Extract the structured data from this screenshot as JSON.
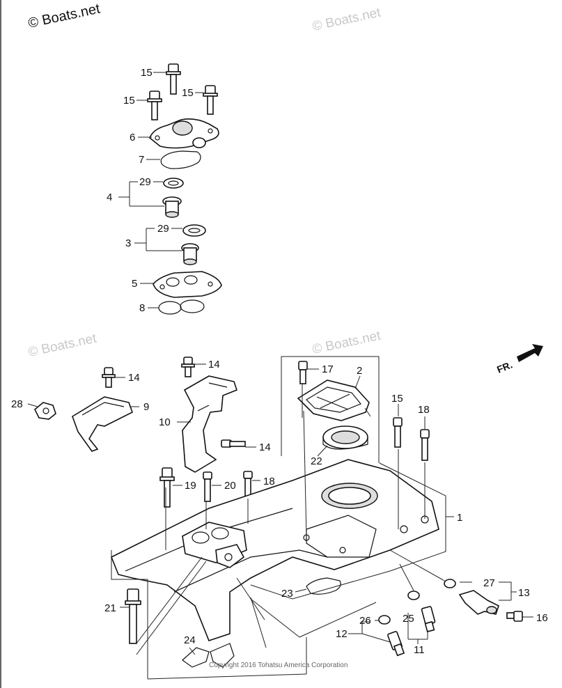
{
  "watermarks": {
    "top_left": "© Boats.net",
    "top_center": "© Boats.net",
    "mid_left": "© Boats.net",
    "mid_center": "© Boats.net"
  },
  "direction_label": "FR.",
  "copyright": "Copyright 2016 Tohatsu America Corporation",
  "callouts": {
    "c15a": "15",
    "c15b": "15",
    "c15c": "15",
    "c6": "6",
    "c7": "7",
    "c4": "4",
    "c29a": "29",
    "c3": "3",
    "c29b": "29",
    "c5": "5",
    "c8": "8",
    "c14a": "14",
    "c14b": "14",
    "c14c": "14",
    "c28": "28",
    "c9": "9",
    "c10": "10",
    "c17": "17",
    "c2": "2",
    "c22": "22",
    "c15d": "15",
    "c18a": "18",
    "c19": "19",
    "c20": "20",
    "c18b": "18",
    "c1": "1",
    "c27": "27",
    "c13": "13",
    "c16": "16",
    "c23": "23",
    "c21": "21",
    "c26": "26",
    "c25": "25",
    "c12": "12",
    "c11": "11",
    "c24": "24"
  }
}
